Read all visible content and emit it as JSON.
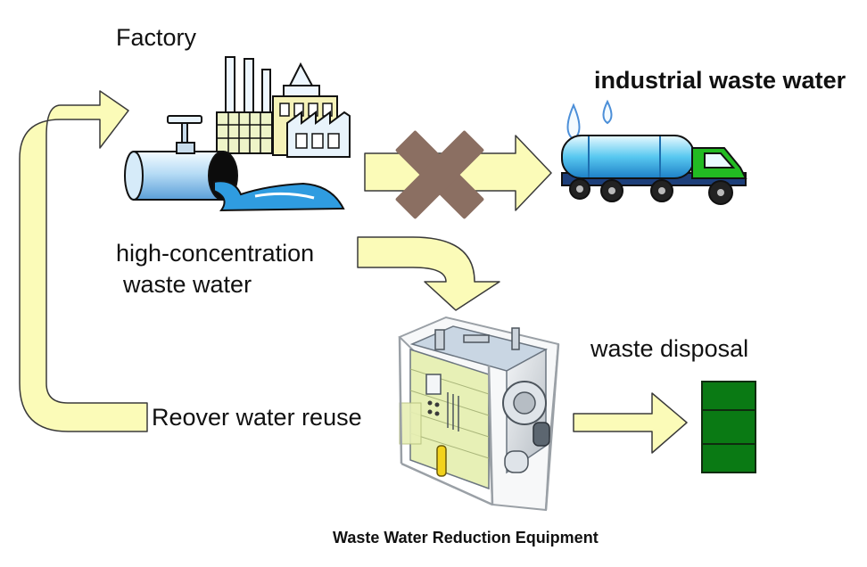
{
  "labels": {
    "factory": "Factory",
    "industrial_waste_water": "industrial waste water",
    "high_concentration_line1": "high-concentration",
    "high_concentration_line2": "waste water",
    "waste_disposal": "waste disposal",
    "recover_water_reuse": "Reover water reuse",
    "equipment_caption": "Waste Water Reduction Equipment"
  },
  "icons": {
    "factory": "factory-with-pipe-icon",
    "truck": "tanker-truck-icon",
    "equipment": "waste-water-reduction-equipment-icon",
    "drum": "waste-drum-icon",
    "blocked": "x-mark-icon"
  },
  "colors": {
    "arrow_fill": "#fbfbb8",
    "arrow_stroke": "#3a3a3a",
    "x_mark": "#8b6f62",
    "drum": "#0a7a14",
    "water": "#2f9ce0",
    "truck_tank": "#58c8f0",
    "truck_cab": "#22bb22"
  }
}
